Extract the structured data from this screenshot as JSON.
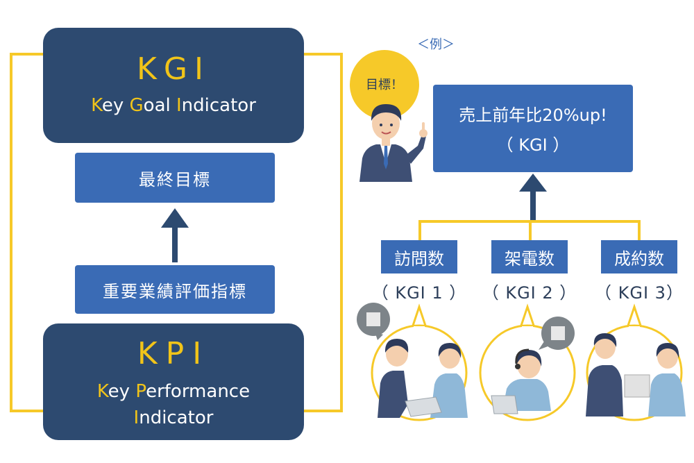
{
  "kgi": {
    "acronym": "KGI",
    "words": [
      {
        "initial": "K",
        "rest": "ey "
      },
      {
        "initial": "G",
        "rest": "oal "
      },
      {
        "initial": "I",
        "rest": "ndicator"
      }
    ]
  },
  "final_goal": "最終目標",
  "kpi_jp": "重要業績評価指標",
  "kpi": {
    "acronym": "KPI",
    "line1": [
      {
        "initial": "K",
        "rest": "ey "
      },
      {
        "initial": "P",
        "rest": "erformance"
      }
    ],
    "line2": [
      {
        "initial": "I",
        "rest": "ndicator"
      }
    ]
  },
  "example_label": "＜例＞",
  "speech_bubble": "目標！",
  "example_goal": {
    "line1": "売上前年比20%up!",
    "line2": "（ KGI ）"
  },
  "sub_goals": [
    {
      "name": "訪問数",
      "label": "（ KGI 1 ）"
    },
    {
      "name": "架電数",
      "label": "（ KGI 2 ）"
    },
    {
      "name": "成約数",
      "label": "（ KGI 3）"
    }
  ],
  "colors": {
    "navy": "#2d4a70",
    "blue": "#3a6bb5",
    "yellow": "#f6c929",
    "accent_text": "#f1c419"
  }
}
